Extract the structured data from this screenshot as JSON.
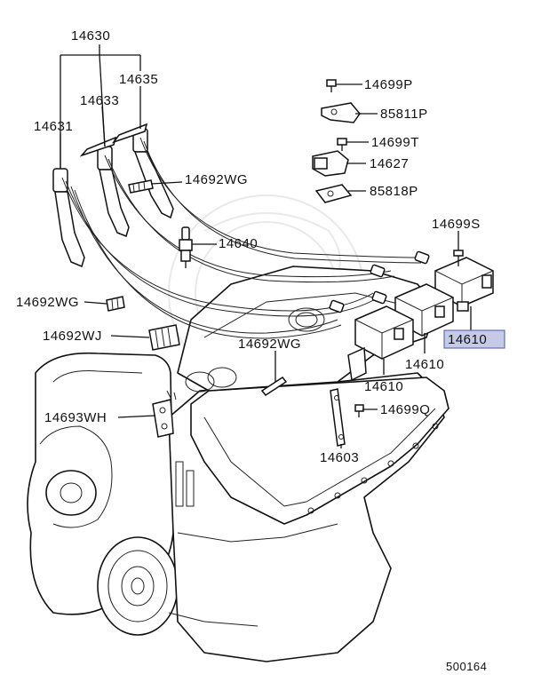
{
  "labels": {
    "l14630": "14630",
    "l14635": "14635",
    "l14633": "14633",
    "l14631": "14631",
    "l14692wg_a": "14692WG",
    "l14640": "14640",
    "l14692wg_b": "14692WG",
    "l14692wj": "14692WJ",
    "l14692wg_c": "14692WG",
    "l14693wh": "14693WH",
    "l14699p": "14699P",
    "l85811p": "85811P",
    "l14699t": "14699T",
    "l14627": "14627",
    "l85818p": "85818P",
    "l14699s": "14699S",
    "l14610_hl": "14610",
    "l14610_b": "14610",
    "l14610_c": "14610",
    "l14699q": "14699Q",
    "l14603": "14603"
  },
  "figure_id": "500164",
  "colors": {
    "highlight_fill": "#c5cbe6",
    "highlight_stroke": "#4c57a8",
    "line": "#111111"
  }
}
